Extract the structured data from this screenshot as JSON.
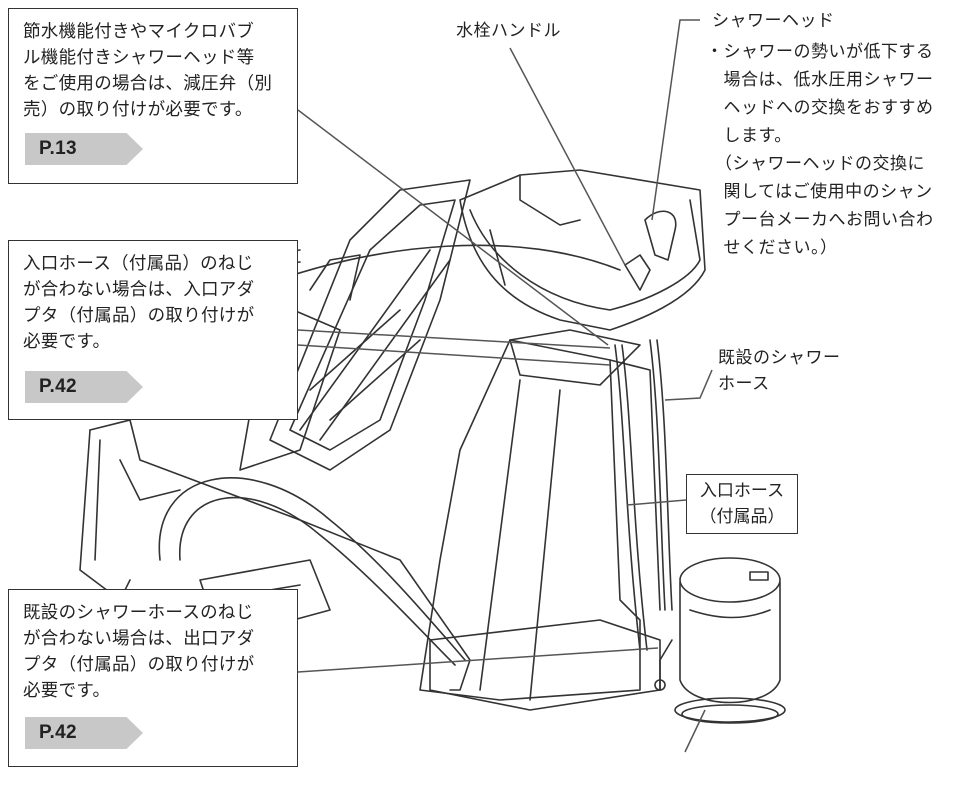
{
  "callouts": {
    "top_left": {
      "lines": [
        "節水機能付きやマイクロバブ",
        "ル機能付きシャワーヘッド等",
        "をご使用の場合は、減圧弁（別",
        "売）の取り付けが必要です。"
      ],
      "page_ref": "P.13"
    },
    "middle_left": {
      "lines": [
        "入口ホース（付属品）のねじ",
        "が合わない場合は、入口アダ",
        "プタ（付属品）の取り付けが",
        "必要です。"
      ],
      "page_ref": "P.42"
    },
    "bottom_left": {
      "lines": [
        "既設のシャワーホースのねじ",
        "が合わない場合は、出口アダ",
        "プタ（付属品）の取り付けが",
        "必要です。"
      ],
      "page_ref": "P.42"
    }
  },
  "labels": {
    "faucet_handle": "水栓ハンドル",
    "shower_head_title": "シャワーヘッド",
    "shower_head_note": [
      "・シャワーの勢いが低下する",
      "　場合は、低水圧用シャワー",
      "　ヘッドへの交換をおすすめ",
      "　します。",
      "　（シャワーヘッドの交換に",
      "　関してはご使用中のシャン",
      "　プー台メーカへお問い合わ",
      "　せください。）"
    ],
    "existing_shower_hose": [
      "既設のシャワー",
      "ホース"
    ],
    "inlet_hose": [
      "入口ホース",
      "（付属品）"
    ]
  },
  "colors": {
    "line": "#333333",
    "tag_fill": "#c8c8c8"
  }
}
